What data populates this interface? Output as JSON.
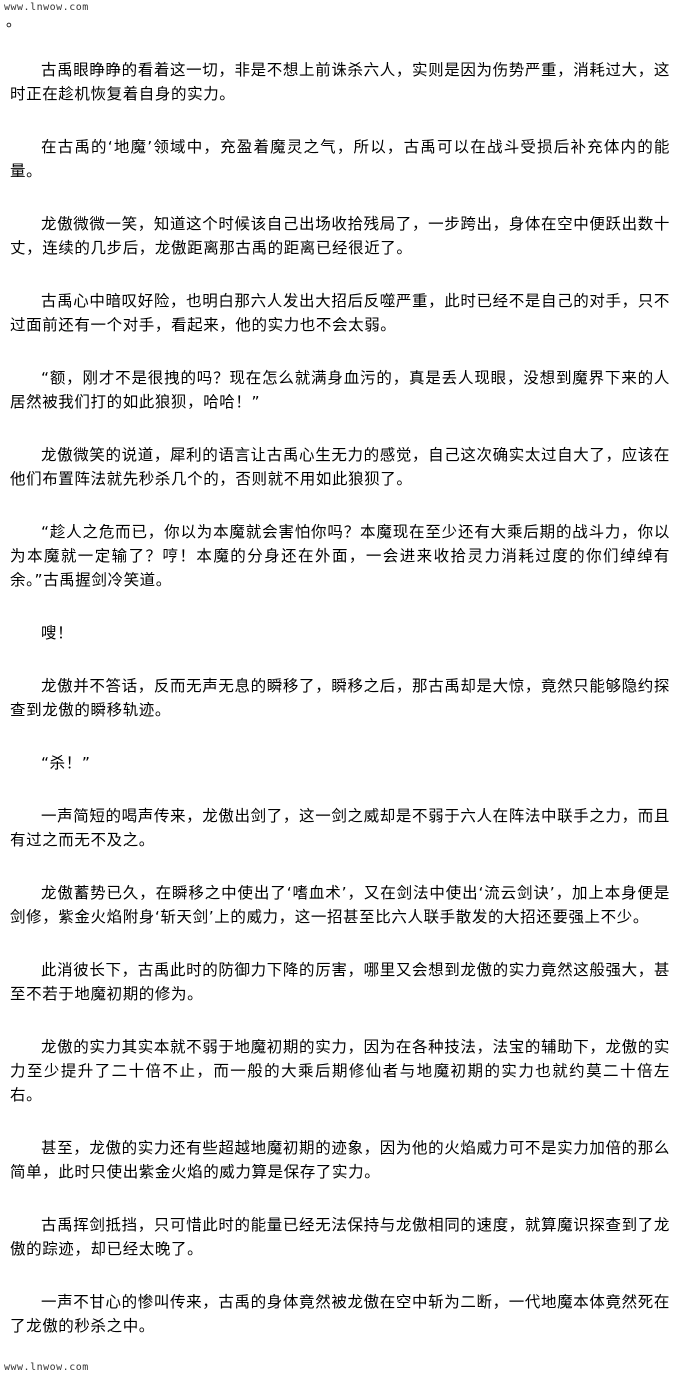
{
  "watermark": {
    "top": "www.lnwow.com",
    "bottom": "www.lnwow.com"
  },
  "stray_mark": "。",
  "paragraphs": [
    "古禹眼睁睁的看着这一切，非是不想上前诛杀六人，实则是因为伤势严重，消耗过大，这时正在趁机恢复着自身的实力。",
    "在古禹的‘地魔’领域中，充盈着魔灵之气，所以，古禹可以在战斗受损后补充体内的能量。",
    "龙傲微微一笑，知道这个时候该自己出场收拾残局了，一步跨出，身体在空中便跃出数十丈，连续的几步后，龙傲距离那古禹的距离已经很近了。",
    "古禹心中暗叹好险，也明白那六人发出大招后反噬严重，此时已经不是自己的对手，只不过面前还有一个对手，看起来，他的实力也不会太弱。",
    "“额，刚才不是很拽的吗？现在怎么就满身血污的，真是丢人现眼，没想到魔界下来的人居然被我们打的如此狼狈，哈哈！”",
    "龙傲微笑的说道，犀利的语言让古禹心生无力的感觉，自己这次确实太过自大了，应该在他们布置阵法就先秒杀几个的，否则就不用如此狼狈了。",
    "“趁人之危而已，你以为本魔就会害怕你吗？本魔现在至少还有大乘后期的战斗力，你以为本魔就一定输了？哼！本魔的分身还在外面，一会进来收拾灵力消耗过度的你们绰绰有余。”古禹握剑冷笑道。",
    "嗖！",
    "龙傲并不答话，反而无声无息的瞬移了，瞬移之后，那古禹却是大惊，竟然只能够隐约探查到龙傲的瞬移轨迹。",
    "“杀！”",
    "一声简短的喝声传来，龙傲出剑了，这一剑之威却是不弱于六人在阵法中联手之力，而且有过之而无不及之。",
    "龙傲蓄势已久，在瞬移之中使出了‘嗜血术’，又在剑法中使出‘流云剑诀’，加上本身便是剑修，紫金火焰附身‘斩天剑’上的威力，这一招甚至比六人联手散发的大招还要强上不少。",
    "此消彼长下，古禹此时的防御力下降的厉害，哪里又会想到龙傲的实力竟然这般强大，甚至不若于地魔初期的修为。",
    "龙傲的实力其实本就不弱于地魔初期的实力，因为在各种技法，法宝的辅助下，龙傲的实力至少提升了二十倍不止，而一般的大乘后期修仙者与地魔初期的实力也就约莫二十倍左右。",
    "甚至，龙傲的实力还有些超越地魔初期的迹象，因为他的火焰威力可不是实力加倍的那么简单，此时只使出紫金火焰的威力算是保存了实力。",
    "古禹挥剑抵挡，只可惜此时的能量已经无法保持与龙傲相同的速度，就算魔识探查到了龙傲的踪迹，却已经太晚了。",
    "一声不甘心的惨叫传来，古禹的身体竟然被龙傲在空中斩为二断，一代地魔本体竟然死在了龙傲的秒杀之中。"
  ]
}
